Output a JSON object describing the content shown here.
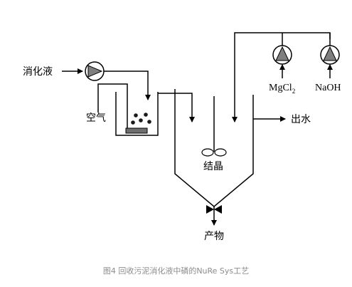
{
  "labels": {
    "digestion_liquid": "消化液",
    "air": "空气",
    "crystallization": "结晶",
    "effluent": "出水",
    "product": "产物",
    "mgcl2_main": "MgCl",
    "mgcl2_sub": "2",
    "naoh": "NaOH"
  },
  "caption": "图4 回收污泥消化液中磷的NuRe Sys工艺"
}
